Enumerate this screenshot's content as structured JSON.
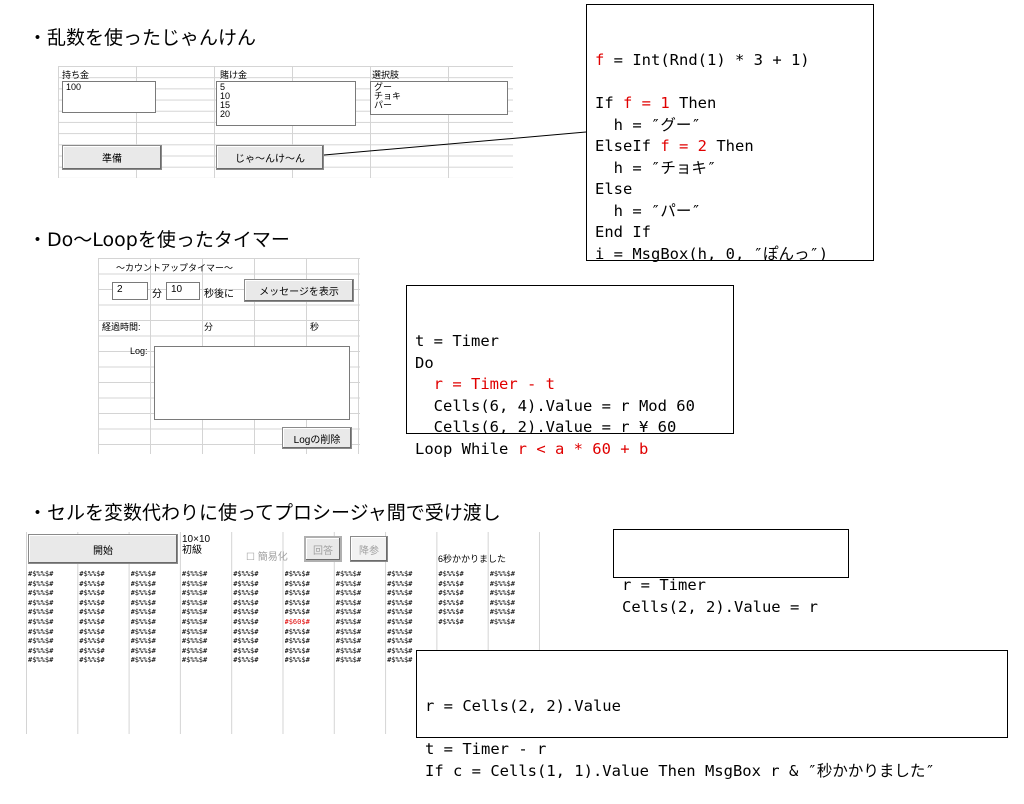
{
  "sections": {
    "s1": "・乱数を使ったじゃんけん",
    "s2": "・Do～Loopを使ったタイマー",
    "s3": "・セルを変数代わりに使ってプロシージャ間で受け渡し"
  },
  "janken": {
    "money_label": "持ち金",
    "money_value": "100",
    "bet_label": "賭け金",
    "bet_options": [
      "5",
      "10",
      "15",
      "20"
    ],
    "choice_label": "選択肢",
    "choice_options": [
      "グー",
      "チョキ",
      "パー"
    ],
    "prepare_button": "準備",
    "play_button": "じゃ～んけ～ん"
  },
  "timer": {
    "title": "～カウントアップタイマー～",
    "minutes_value": "2",
    "minutes_unit": "分",
    "seconds_value": "10",
    "seconds_unit": "秒後に",
    "show_message_button": "メッセージを表示",
    "elapsed_label": "経過時間:",
    "min_label": "分",
    "sec_label": "秒",
    "log_label": "Log:",
    "clear_log_button": "Logの削除"
  },
  "grid": {
    "start_button": "開始",
    "size_label_line1": "10×10",
    "size_label_line2": "初級",
    "simplify_label": "簡易化",
    "answer_button": "回答",
    "giveup_button": "降参",
    "result_text": "6秒かかりました",
    "cell_text": "#$%%$#",
    "highlight_text": "#$60$#"
  },
  "code1": "<span class=\"red\">f</span> = Int(Rnd(1) * 3 + 1)\n\nIf <span class=\"red\">f = 1</span> Then\n  h = ″グー″\nElseIf <span class=\"red\">f = 2</span> Then\n  h = ″チョキ″\nElse\n  h = ″パー″\nEnd If\ni = MsgBox(h, 0, ″ぽんっ″)",
  "code2": "t = Timer\nDo\n  <span class=\"red\">r = Timer - t</span>\n  Cells(6, 4).Value = r Mod 60\n  Cells(6, 2).Value = r ¥ 60\nLoop While <span class=\"red\">r < a * 60 + b</span>",
  "code3": "r = Timer\nCells(2, 2).Value = r",
  "code4": "r = Cells(2, 2).Value\n\nt = Timer - r\nIf c = Cells(1, 1).Value Then MsgBox r & ″秒かかりました″"
}
